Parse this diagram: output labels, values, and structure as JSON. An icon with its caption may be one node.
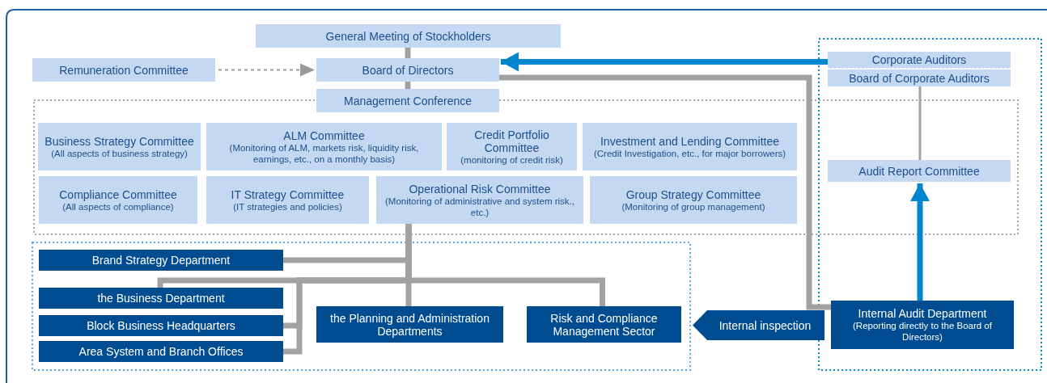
{
  "diagram": {
    "nodes": [
      {
        "text": [
          "General Meeting of Stockholders"
        ]
      },
      {
        "text": [
          "Remuneration Committee"
        ]
      },
      {
        "text": [
          "Board of Directors"
        ]
      },
      {
        "text": [
          "Management Conference"
        ]
      },
      {
        "text": [
          "Business Strategy Committee",
          "(All aspects of business strategy)"
        ]
      },
      {
        "text": [
          "ALM Committee",
          "(Monitoring of ALM, markets risk, liquidity risk, earnings, etc., on a monthly basis)"
        ]
      },
      {
        "text": [
          "Credit Portfolio Committee",
          "(monitoring of credit risk)"
        ]
      },
      {
        "text": [
          "Investment and Lending Committee",
          "(Credit Investigation, etc., for major borrowers)"
        ]
      },
      {
        "text": [
          "Compliance Committee",
          "(All aspects of compliance)"
        ]
      },
      {
        "text": [
          "IT Strategy Committee",
          "(IT strategies and policies)"
        ]
      },
      {
        "text": [
          "Operational Risk Committee",
          "(Monitoring of administrative and system risk., etc.)"
        ]
      },
      {
        "text": [
          "Group Strategy Committee",
          "(Monitoring of group management)"
        ]
      },
      {
        "text": [
          "Corporate Auditors"
        ]
      },
      {
        "text": [
          "Board of Corporate Auditors"
        ]
      },
      {
        "text": [
          "Audit Report Committee"
        ]
      },
      {
        "text": [
          "Brand Strategy Department"
        ]
      },
      {
        "text": [
          "the Business Department"
        ]
      },
      {
        "text": [
          "Block Business Headquarters"
        ]
      },
      {
        "text": [
          "Area System and Branch Offices"
        ]
      },
      {
        "text": [
          "the Planning and Administration Departments"
        ]
      },
      {
        "text": [
          "Risk and Compliance Management Sector"
        ]
      },
      {
        "text": [
          "Internal inspection"
        ]
      },
      {
        "text": [
          "Internal Audit Department",
          "(Reporting directly to the Board of Directors)"
        ]
      }
    ],
    "edges": [
      {
        "from": 0,
        "to": 2,
        "arrow": "none"
      },
      {
        "from": 2,
        "to": 3,
        "arrow": "none"
      },
      {
        "from": 1,
        "to": 2,
        "arrow": "to",
        "style": "dashed"
      },
      {
        "from": 12,
        "to": 2,
        "arrow": "to",
        "color": "#0085cf"
      },
      {
        "from": 2,
        "to": 22,
        "arrow": "none"
      },
      {
        "from": 13,
        "to": 14,
        "arrow": "none"
      },
      {
        "from": 22,
        "to": 14,
        "arrow": "to",
        "color": "#0085cf"
      },
      {
        "from": 10,
        "to": 15,
        "arrow": "none"
      },
      {
        "from": 10,
        "to": 16,
        "arrow": "none"
      },
      {
        "from": 10,
        "to": 17,
        "arrow": "none"
      },
      {
        "from": 10,
        "to": 18,
        "arrow": "none"
      },
      {
        "from": 10,
        "to": 19,
        "arrow": "none"
      },
      {
        "from": 10,
        "to": 20,
        "arrow": "none"
      }
    ]
  }
}
